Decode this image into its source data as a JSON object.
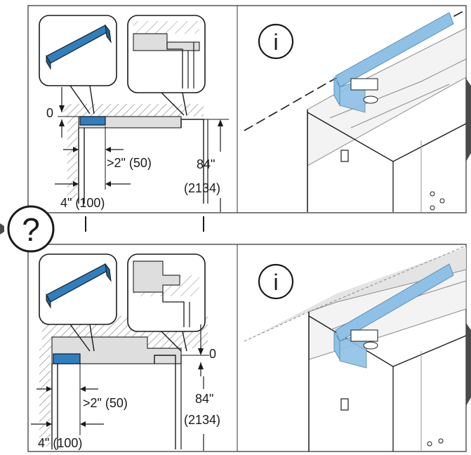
{
  "colors": {
    "ink": "#1a1a1a",
    "bracket_blue": "#2f7fc0",
    "bracket_light_blue": "#8fc1e6",
    "panel_border": "#555555",
    "gray_fill": "#dedede",
    "hatch": "#7a7a7a"
  },
  "top_panel": {
    "dim_gap": "0",
    "dim_depth": ">2\" (50)",
    "dim_width": "4\" (100)",
    "dim_height": "84\"",
    "dim_height_mm": "(2134)",
    "info_symbol": "i"
  },
  "bottom_panel": {
    "dim_gap": "0",
    "dim_depth": ">2\" (50)",
    "dim_width": "4\" (100)",
    "dim_height": "84\"",
    "dim_height_mm": "(2134)",
    "info_symbol": "i"
  },
  "question_symbol": "?",
  "icons": [
    "info-icon",
    "question-icon",
    "mounting-bracket-icon"
  ]
}
